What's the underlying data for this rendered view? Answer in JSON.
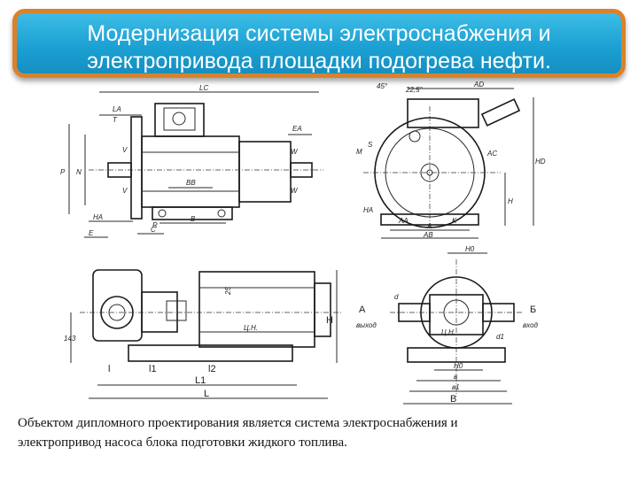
{
  "title": "Модернизация системы электроснабжения и\nэлектропривода площадки подогрева нефти.",
  "caption": "Объектом дипломного проектирования является система электроснабжения и\nэлектропривод насоса блока подготовки жидкого топлива.",
  "motor_side_view": {
    "labels": [
      "LC",
      "LA",
      "T",
      "EA",
      "P",
      "N",
      "V",
      "V",
      "W",
      "W",
      "BB",
      "R",
      "B",
      "C",
      "E",
      "HA"
    ]
  },
  "motor_front_view": {
    "labels": [
      "45°",
      "22,5°",
      "AD",
      "S",
      "M",
      "AC",
      "HD",
      "H",
      "HA",
      "AA",
      "K",
      "A",
      "AB"
    ]
  },
  "pump_side_view": {
    "labels": [
      "25",
      "Ц.Н.",
      "H",
      "143",
      "l",
      "l1",
      "l2",
      "L1",
      "L"
    ]
  },
  "pump_front_view": {
    "labels": [
      "H0",
      "A",
      "Б",
      "выход",
      "вход",
      "d",
      "d1",
      "Ц.Н.",
      "H0",
      "в",
      "в1",
      "B"
    ]
  },
  "colors": {
    "banner": "#1a9fd2",
    "banner_border": "#d9822b",
    "title_text": "#ffffff"
  }
}
